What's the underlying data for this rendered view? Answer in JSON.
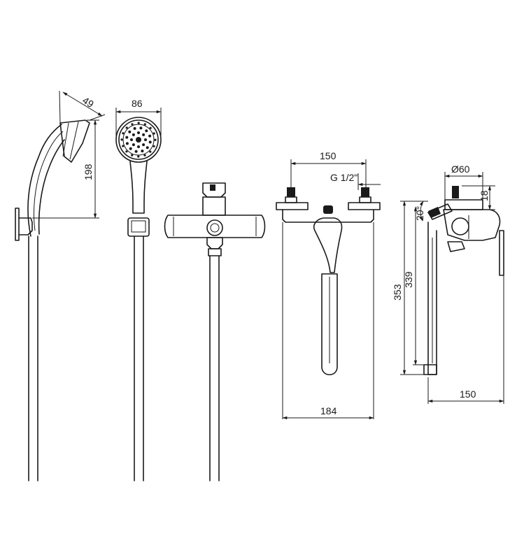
{
  "dimensions": {
    "handshower_depth": "49",
    "handshower_length": "198",
    "handshower_head_diameter": "86",
    "inlet_spacing": "150",
    "thread": "G 1/2\"",
    "spout_length": "184",
    "top_diameter": "Ø60",
    "top_height": "18",
    "angle": "20°",
    "total_height": "353",
    "spout_height": "339",
    "wall_projection": "150"
  },
  "colors": {
    "line": "#1a1a1a",
    "background": "#ffffff"
  }
}
